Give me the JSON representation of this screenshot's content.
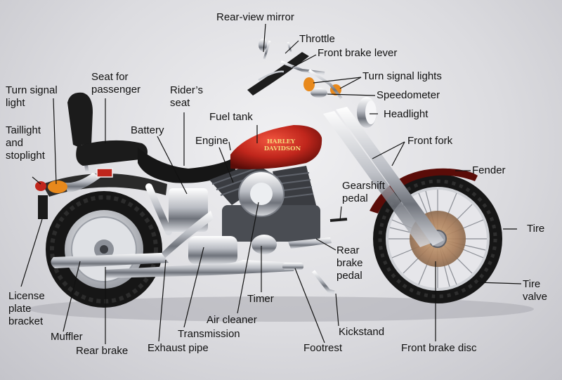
{
  "labels": {
    "rear_view_mirror": "Rear-view mirror",
    "throttle": "Throttle",
    "front_brake_lever": "Front brake lever",
    "turn_signal_lights": "Turn signal lights",
    "speedometer": "Speedometer",
    "headlight": "Headlight",
    "turn_signal_light": "Turn signal\nlight",
    "seat_for_passenger": "Seat for\npassenger",
    "riders_seat": "Rider’s\nseat",
    "fuel_tank": "Fuel tank",
    "battery": "Battery",
    "taillight_and_stoplight": "Taillight\nand\nstoplight",
    "engine": "Engine",
    "front_fork": "Front fork",
    "fender": "Fender",
    "gearshift_pedal": "Gearshift\npedal",
    "tire": "Tire",
    "rear_brake_pedal": "Rear\nbrake\npedal",
    "tire_valve": "Tire\nvalve",
    "license_plate_bracket": "License\nplate\nbracket",
    "timer": "Timer",
    "air_cleaner": "Air cleaner",
    "muffler": "Muffler",
    "transmission": "Transmission",
    "kickstand": "Kickstand",
    "rear_brake": "Rear brake",
    "exhaust_pipe": "Exhaust pipe",
    "footrest": "Footrest",
    "front_brake_disc": "Front brake disc"
  },
  "tank_logo": [
    "HARLEY",
    "DAVIDSON"
  ],
  "colors": {
    "tank": "#c0261c",
    "chrome": "#c9ccd2",
    "tire": "#161616",
    "leather": "#1b1b1b",
    "turn_signal": "#e8891c",
    "leader_line": "#111111"
  }
}
